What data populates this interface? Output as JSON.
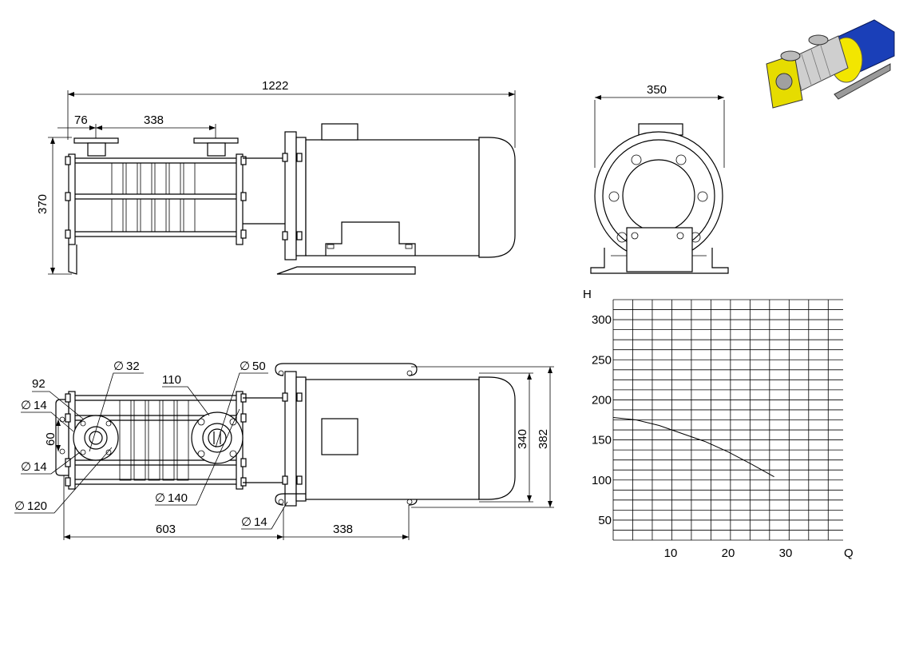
{
  "dimensions": {
    "overall_length": "1222",
    "flange_offset": "76",
    "flange_spacing": "338",
    "height": "370",
    "front_width": "350",
    "hole_spacing": "92",
    "bolt_hole_1": "14",
    "bolt_hole_2": "14",
    "bolt_hole_3": "14",
    "center_height": "60",
    "flange_dia_1": "120",
    "port_dia_small": "32",
    "port_offset": "110",
    "port_dia_large": "50",
    "flange_dia_2": "140",
    "base_length": "603",
    "motor_base": "338",
    "motor_inner_width": "340",
    "motor_outer_width": "382",
    "diameter_symbol": "∅"
  },
  "chart_data": {
    "type": "line",
    "xlabel": "Q",
    "ylabel": "H",
    "x_ticks": [
      "10",
      "20",
      "30"
    ],
    "y_ticks": [
      "50",
      "100",
      "150",
      "200",
      "250",
      "300"
    ],
    "xlim": [
      0,
      40
    ],
    "ylim": [
      25,
      325
    ],
    "grid": true,
    "series": [
      {
        "x": [
          0,
          4,
          8,
          12,
          16,
          20,
          24,
          28
        ],
        "y": [
          178,
          175,
          168,
          158,
          148,
          135,
          120,
          104
        ]
      }
    ]
  }
}
